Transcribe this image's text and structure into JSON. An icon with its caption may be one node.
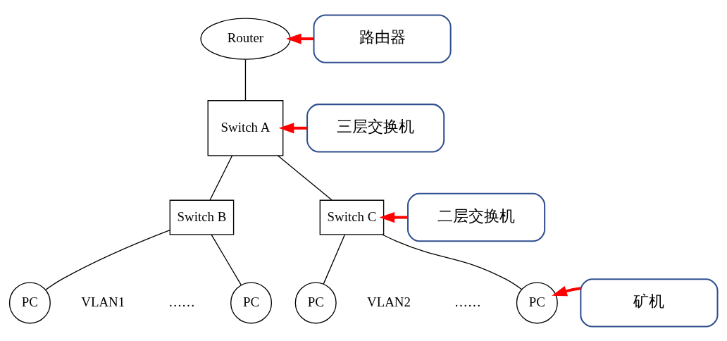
{
  "diagram": {
    "nodes": [
      {
        "text": [
          "Router"
        ]
      },
      {
        "text": [
          "Switch A"
        ]
      },
      {
        "text": [
          "Switch B"
        ]
      },
      {
        "text": [
          "Switch C"
        ]
      },
      {
        "text": [
          "PC"
        ]
      },
      {
        "text": [
          "PC"
        ]
      },
      {
        "text": [
          "PC"
        ]
      },
      {
        "text": [
          "PC"
        ]
      },
      {
        "text": [
          "路由器"
        ]
      },
      {
        "text": [
          "三层交换机"
        ]
      },
      {
        "text": [
          "二层交换机"
        ]
      },
      {
        "text": [
          "矿机"
        ]
      }
    ],
    "edges": [
      {
        "from": 0,
        "to": 1,
        "arrow": "none"
      },
      {
        "from": 1,
        "to": 2,
        "arrow": "none"
      },
      {
        "from": 1,
        "to": 3,
        "arrow": "none"
      },
      {
        "from": 2,
        "to": 4,
        "arrow": "none"
      },
      {
        "from": 2,
        "to": 5,
        "arrow": "none"
      },
      {
        "from": 3,
        "to": 6,
        "arrow": "none"
      },
      {
        "from": 3,
        "to": 7,
        "arrow": "none"
      },
      {
        "from": 8,
        "to": 0,
        "arrow": "to",
        "style": "thick",
        "color": "#ff0000"
      },
      {
        "from": 9,
        "to": 1,
        "arrow": "to",
        "style": "thick",
        "color": "#ff0000"
      },
      {
        "from": 10,
        "to": 3,
        "arrow": "to",
        "style": "thick",
        "color": "#ff0000"
      },
      {
        "from": 11,
        "to": 7,
        "arrow": "to",
        "style": "thick",
        "color": "#ff0000"
      }
    ],
    "labels": [
      "VLAN1",
      "……",
      "VLAN2",
      "……"
    ]
  }
}
